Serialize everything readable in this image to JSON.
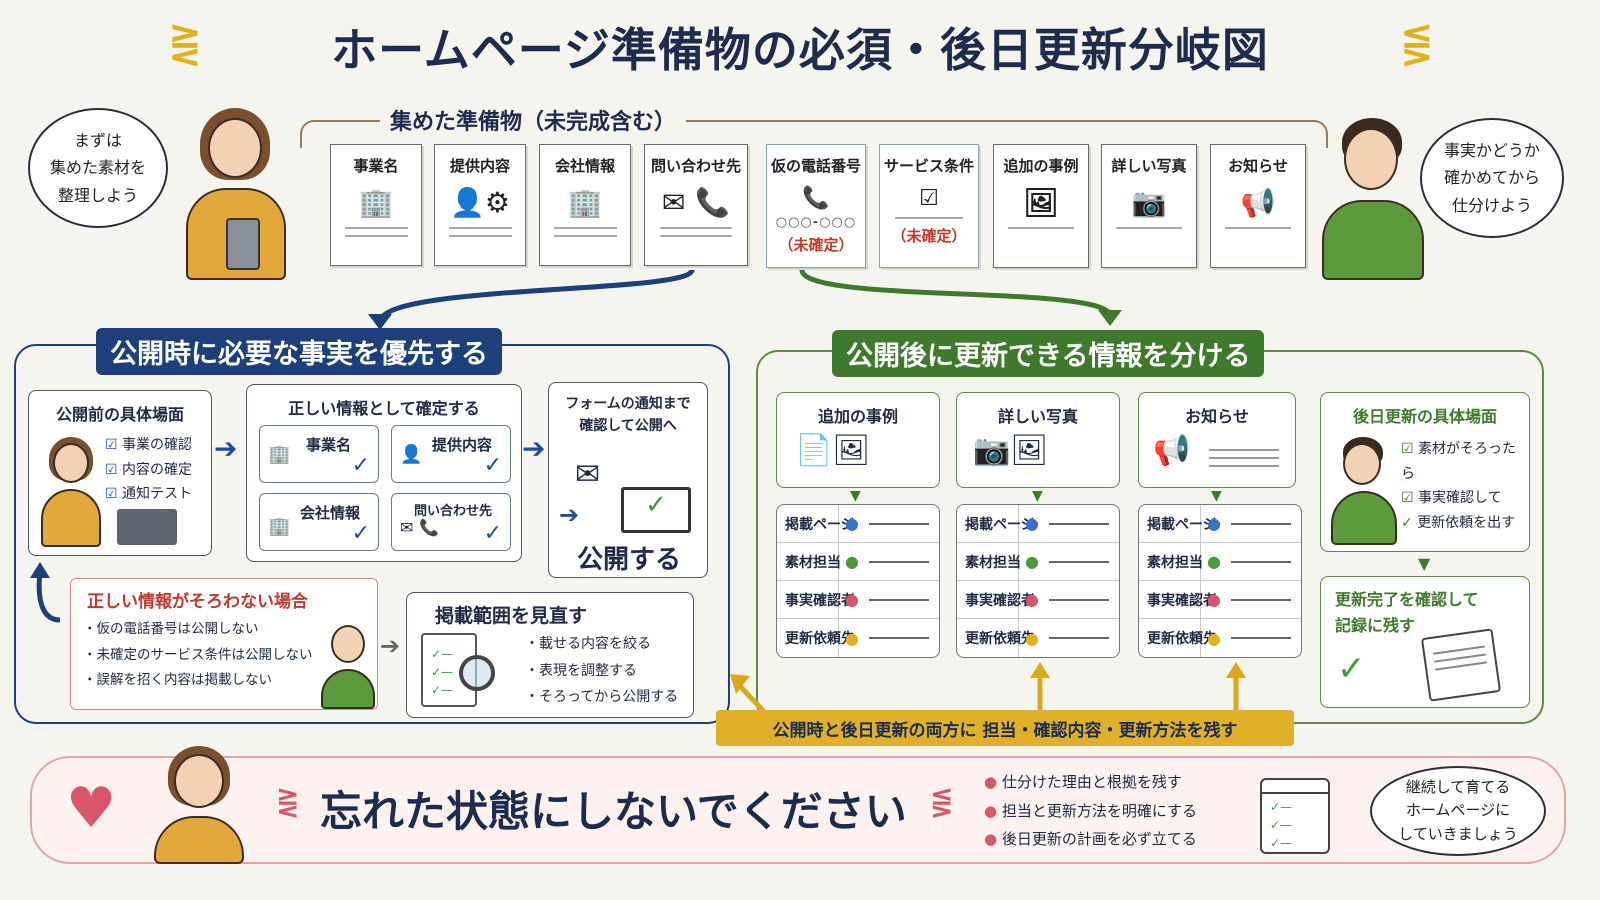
{
  "title": "ホームページ準備物の必須・後日更新分岐図",
  "left_bubble": "まずは\n集めた素材を\n整理しよう",
  "right_bubble": "事実かどうか\n確かめてから\n仕分けよう",
  "collected_label": "集めた準備物（未完成含む）",
  "cards": [
    {
      "label": "事業名",
      "icon": "🏢"
    },
    {
      "label": "提供内容",
      "icon": "👤⚙"
    },
    {
      "label": "会社情報",
      "icon": "🏢"
    },
    {
      "label": "問い合わせ先",
      "icon": "✉ 📞"
    },
    {
      "label": "仮の電話番号",
      "icon": "📞",
      "placeholder": "○○○-○○○",
      "tag": "（未確定）"
    },
    {
      "label": "サービス条件",
      "icon": "☑",
      "tag": "（未確定）"
    },
    {
      "label": "追加の事例",
      "icon": "🖼"
    },
    {
      "label": "詳しい写真",
      "icon": "📷"
    },
    {
      "label": "お知らせ",
      "icon": "📢"
    }
  ],
  "left_section": {
    "banner": "公開時に必要な事実を優先する",
    "scene": {
      "title": "公開前の具体場面",
      "checks": [
        "事業の確認",
        "内容の確定",
        "通知テスト"
      ]
    },
    "confirm": {
      "title": "正しい情報として確定する",
      "items": [
        "事業名",
        "提供内容",
        "会社情報",
        "問い合わせ先"
      ]
    },
    "publish": {
      "title": "フォームの通知まで\n確認して公開へ",
      "action": "公開する"
    },
    "missing": {
      "title": "正しい情報がそろわない場合",
      "bullets": [
        "仮の電話番号は公開しない",
        "未確定のサービス条件は公開しない",
        "誤解を招く内容は掲載しない"
      ]
    },
    "review": {
      "title": "掲載範囲を見直す",
      "bullets": [
        "載せる内容を絞る",
        "表現を調整する",
        "そろってから公開する"
      ]
    }
  },
  "right_section": {
    "banner": "公開後に更新できる情報を分ける",
    "columns": [
      {
        "title": "追加の事例"
      },
      {
        "title": "詳しい写真"
      },
      {
        "title": "お知らせ"
      }
    ],
    "roles": [
      "掲載ページ",
      "素材担当",
      "事実確認者",
      "更新依頼先"
    ],
    "role_colors": [
      "#3b73c4",
      "#4d9a3a",
      "#d9566a",
      "#e2b21c"
    ],
    "scene": {
      "title": "後日更新の具体場面",
      "checks": [
        "素材がそろったら",
        "事実確認して",
        "更新依頼を出す"
      ]
    },
    "record": {
      "title": "更新完了を確認して\n記録に残す"
    }
  },
  "both_note": "公開時と後日更新の両方に 担当・確認内容・更新方法を残す",
  "bottom": {
    "message": "忘れた状態にしないでください",
    "bullets": [
      "仕分けた理由と根拠を残す",
      "担当と更新方法を明確にする",
      "後日更新の計画を必ず立てる"
    ],
    "bubble": "継続して育てる\nホームページに\nしていきましょう"
  },
  "colors": {
    "navy": "#1d3f7a",
    "green": "#3f7a2c",
    "red": "#c0392b",
    "gold": "#d9a81c"
  }
}
